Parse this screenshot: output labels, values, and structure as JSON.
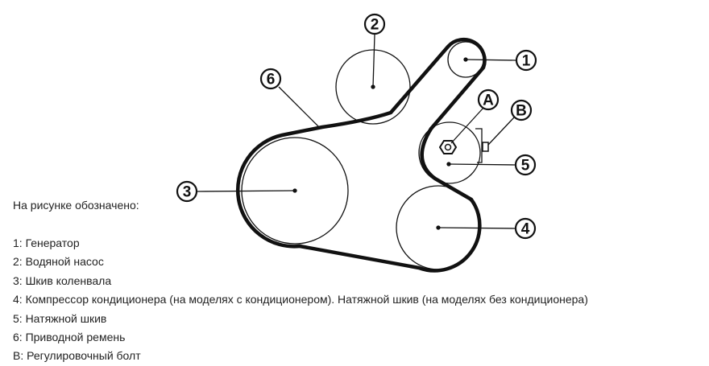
{
  "diagram": {
    "labels": {
      "p1": "1",
      "p2": "2",
      "p3": "3",
      "p4": "4",
      "p5": "5",
      "p6": "6",
      "a": "A",
      "b": "B"
    }
  },
  "text": {
    "intro": "На рисунке обозначено:",
    "items": [
      "1: Генератор",
      "2: Водяной насос",
      "3: Шкив коленвала",
      "4: Компрессор кондиционера (на моделях с кондиционером). Натяжной шкив (на моделях без кондиционера)",
      "5: Натяжной шкив",
      "6: Приводной ремень",
      "B: Регулировочный болт"
    ]
  }
}
